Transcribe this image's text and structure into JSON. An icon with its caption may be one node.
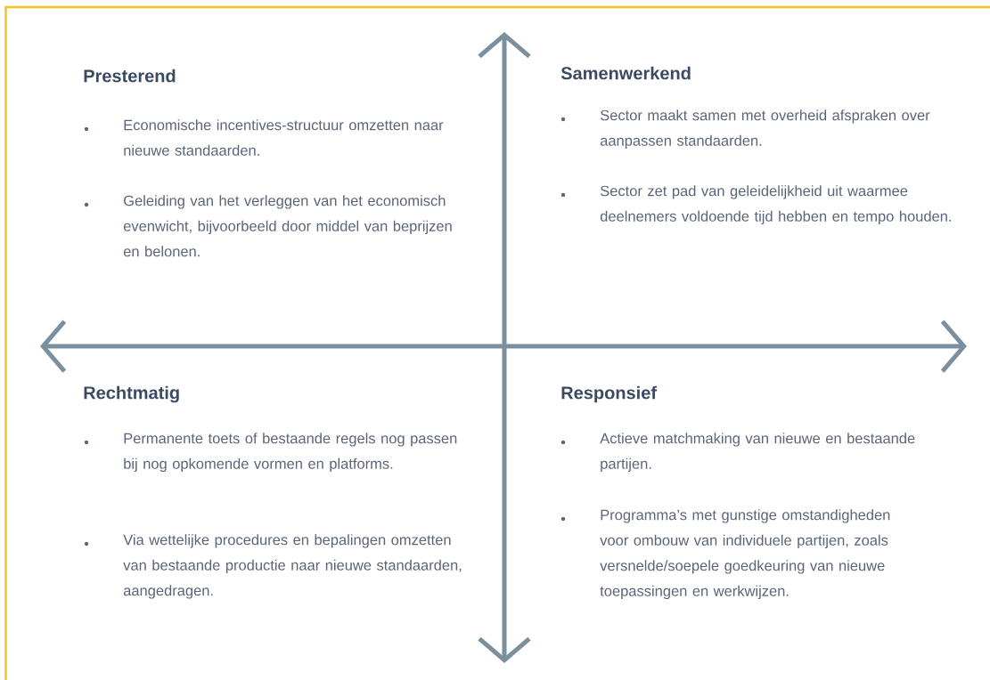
{
  "diagram": {
    "labels": [
      "Presterend",
      "Economische incentives-structuur omzetten naar nieuwe standaarden.",
      "Geleiding van het verleggen van het economisch evenwicht, bijvoorbeeld door middel van beprijzen en belonen.",
      "Samenwerkend",
      "Sector maakt samen met overheid afspraken over aanpassen standaarden.",
      "Sector zet pad van geleidelijkheid uit waarmee deelnemers voldoende tijd hebben en tempo houden.",
      "Rechtmatig",
      "Permanente toets of bestaande regels nog passen bij nog opkomende vormen en platforms.",
      "Via wettelijke procedures en bepalingen omzetten van bestaande productie naar nieuwe standaarden, aangedragen.",
      "Responsief",
      "Actieve matchmaking van nieuwe en bestaande partijen.",
      "Programma’s met gunstige omstandigheden voor ombouw van individuele partijen, zoals versnelde/soepele goedkeuring van nieuwe toepassingen en werkwijzen."
    ]
  }
}
